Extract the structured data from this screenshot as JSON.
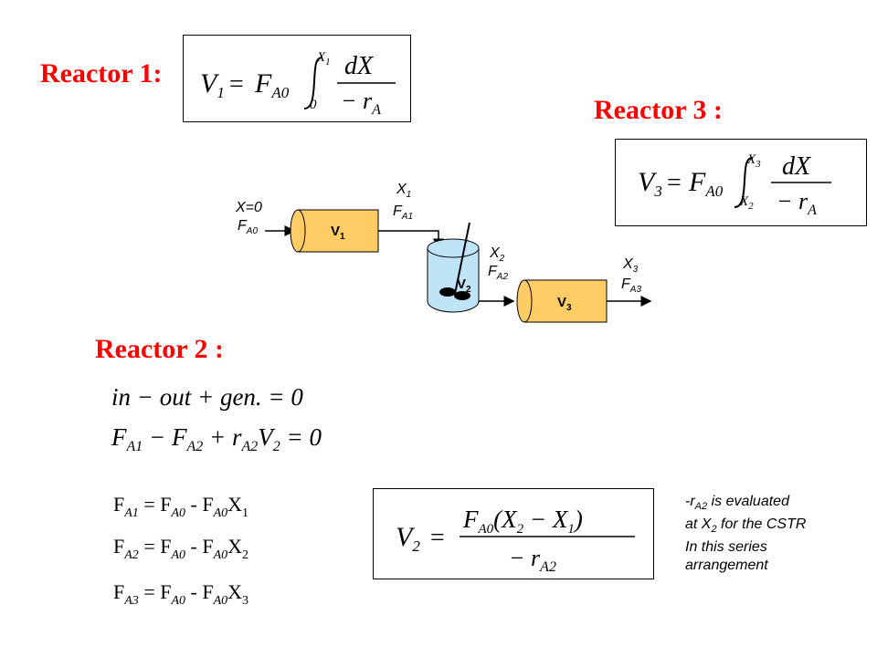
{
  "headings": {
    "reactor1": "Reactor 1:",
    "reactor3": "Reactor 3 :",
    "reactor2": "Reactor 2 :"
  },
  "equations": {
    "reactor1": {
      "lhs": "V",
      "lhs_sub": "1",
      "eq": "=",
      "F": "F",
      "F_sub": "A0",
      "upper": "X",
      "upper_sub": "1",
      "lower": "0",
      "num": "dX",
      "den": "− r",
      "den_sub": "A"
    },
    "reactor3": {
      "lhs": "V",
      "lhs_sub": "3",
      "eq": "=",
      "F": "F",
      "F_sub": "A0",
      "upper": "X",
      "upper_sub": "3",
      "lower": "X",
      "lower_sub": "2",
      "num": "dX",
      "den": "− r",
      "den_sub": "A"
    },
    "balance1": "in − out + gen. = 0",
    "balance2": {
      "t1": "F",
      "t1_sub": "A1",
      "t2": " − F",
      "t2_sub": "A2",
      "t3": " + r",
      "t3_sub": "A2",
      "t4": "V",
      "t4_sub": "2",
      "t5": " = 0"
    },
    "v2": {
      "lhs": "V",
      "lhs_sub": "2",
      "eq": "=",
      "num_a": "F",
      "num_a_sub": "A0",
      "num_b": "(X",
      "num_b_sub": "2",
      "num_c": " − X",
      "num_c_sub": "1",
      "num_d": ")",
      "den": "− r",
      "den_sub": "A2"
    },
    "flow_lines": [
      {
        "a": "F",
        "a_sub": "A1",
        "eq": " = F",
        "b_sub": "A0",
        "minus": " - F",
        "c_sub": "A0",
        "x": "X",
        "x_sub": "1"
      },
      {
        "a": "F",
        "a_sub": "A2",
        "eq": " = F",
        "b_sub": "A0",
        "minus": " - F",
        "c_sub": "A0",
        "x": "X",
        "x_sub": "2"
      },
      {
        "a": "F",
        "a_sub": "A3",
        "eq": " = F",
        "b_sub": "A0",
        "minus": " - F",
        "c_sub": "A0",
        "x": "X",
        "x_sub": "3"
      }
    ]
  },
  "diagram": {
    "inlet_x": "X=0",
    "inlet_f": "F",
    "inlet_f_sub": "A0",
    "v1": "V",
    "v1_sub": "1",
    "x1": "X",
    "x1_sub": "1",
    "f1": "F",
    "f1_sub": "A1",
    "v2": "V",
    "v2_sub": "2",
    "x2": "X",
    "x2_sub": "2",
    "f2": "F",
    "f2_sub": "A2",
    "v3": "V",
    "v3_sub": "3",
    "x3": "X",
    "x3_sub": "3",
    "f3": "F",
    "f3_sub": "A3"
  },
  "note": {
    "line1_a": "-r",
    "line1_sub": "A2",
    "line1_b": " is evaluated",
    "line2_a": "at X",
    "line2_sub": "2",
    "line2_b": " for the CSTR",
    "line3": "In this series",
    "line4": "arrangement"
  },
  "colors": {
    "heading": "#ff0000",
    "pfr_fill": "#ffcc66",
    "cstr_fill": "#bfe3f7",
    "pfr_stroke": "#000000"
  }
}
